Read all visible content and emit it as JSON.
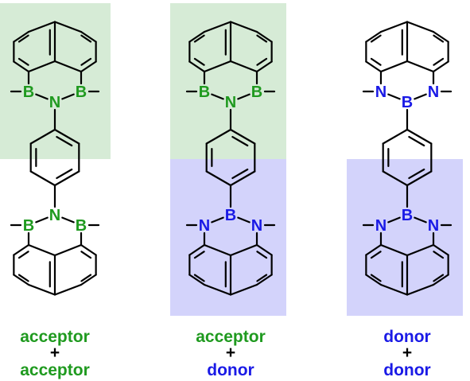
{
  "colors": {
    "acceptor_atom": "#1f9a1f",
    "donor_atom": "#1a1ae6",
    "acceptor_highlight": "#d6ebd6",
    "donor_highlight": "#d3d3fb",
    "bond": "#000000"
  },
  "panels": [
    {
      "highlights": [
        "acceptor",
        "none"
      ],
      "top_unit": "acceptor",
      "bottom_unit": "acceptor",
      "caption": {
        "line1": "acceptor",
        "plus": "+",
        "line2": "acceptor",
        "color1": "#1f9a1f",
        "color2": "#1f9a1f"
      }
    },
    {
      "highlights": [
        "acceptor",
        "donor"
      ],
      "top_unit": "acceptor",
      "bottom_unit": "donor",
      "caption": {
        "line1": "acceptor",
        "plus": "+",
        "line2": "donor",
        "color1": "#1f9a1f",
        "color2": "#1a1ae6"
      }
    },
    {
      "highlights": [
        "none",
        "donor"
      ],
      "top_unit": "donor",
      "bottom_unit": "donor",
      "caption": {
        "line1": "donor",
        "plus": "+",
        "line2": "donor",
        "color1": "#1a1ae6",
        "color2": "#1a1ae6"
      }
    }
  ],
  "atoms": {
    "acceptor": {
      "center": "N",
      "sides": "B"
    },
    "donor": {
      "center": "B",
      "sides": "N"
    }
  }
}
